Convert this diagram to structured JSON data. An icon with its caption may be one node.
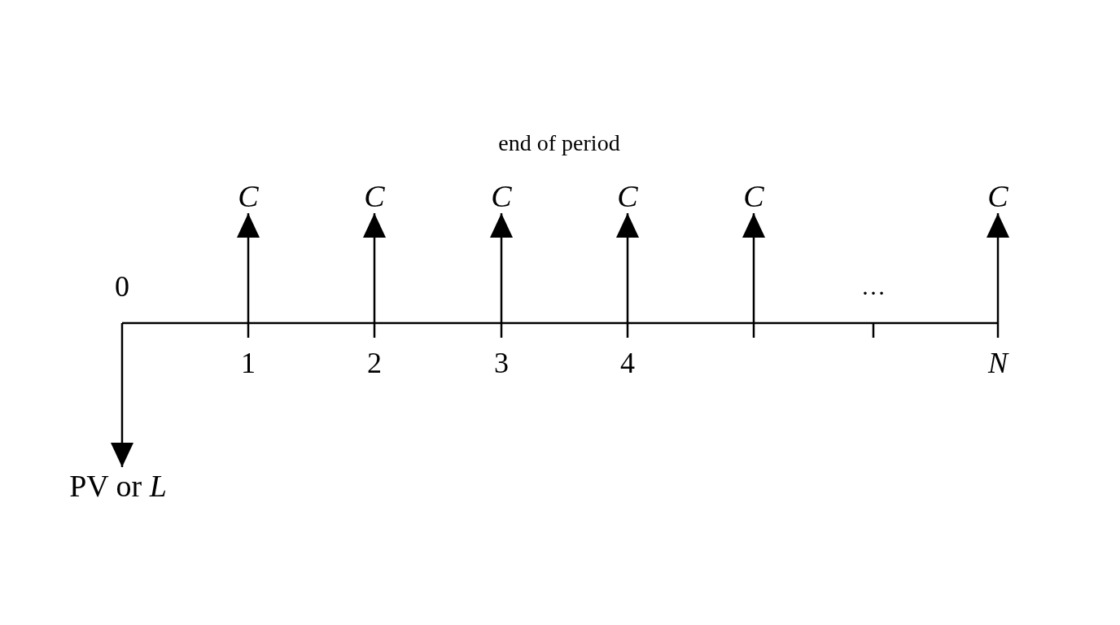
{
  "diagram": {
    "nodes": [
      {
        "text": [
          "C"
        ]
      },
      {
        "text": [
          "C"
        ]
      },
      {
        "text": [
          "C"
        ]
      },
      {
        "text": [
          "C"
        ]
      },
      {
        "text": [
          "C"
        ]
      },
      {
        "text": [
          "C"
        ]
      },
      {
        "text": [
          "PV or *L*"
        ]
      }
    ],
    "edges": [
      {
        "from": null,
        "to": 0,
        "arrow": "to"
      },
      {
        "from": null,
        "to": 1,
        "arrow": "to"
      },
      {
        "from": null,
        "to": 2,
        "arrow": "to"
      },
      {
        "from": null,
        "to": 3,
        "arrow": "to"
      },
      {
        "from": null,
        "to": 4,
        "arrow": "to"
      },
      {
        "from": null,
        "to": 5,
        "arrow": "to"
      },
      {
        "from": null,
        "to": 6,
        "arrow": "to"
      }
    ],
    "labels": [
      "end of period",
      "0",
      "…",
      "1",
      "2",
      "3",
      "4",
      "N"
    ]
  }
}
